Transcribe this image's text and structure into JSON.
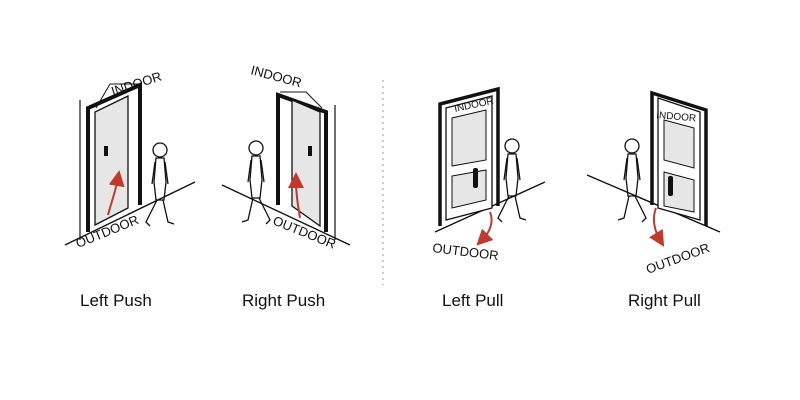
{
  "panels": [
    {
      "caption": "Left Push",
      "indoor": "INDOOR",
      "outdoor": "OUTDOOR"
    },
    {
      "caption": "Right Push",
      "indoor": "INDOOR",
      "outdoor": "OUTDOOR"
    },
    {
      "caption": "Left Pull",
      "indoor": "INDOOR",
      "outdoor": "OUTDOOR"
    },
    {
      "caption": "Right Pull",
      "indoor": "INDOOR",
      "outdoor": "OUTDOOR"
    }
  ],
  "colors": {
    "line": "#111111",
    "arrow": "#c0392b",
    "glass": "#e6e6e6"
  }
}
